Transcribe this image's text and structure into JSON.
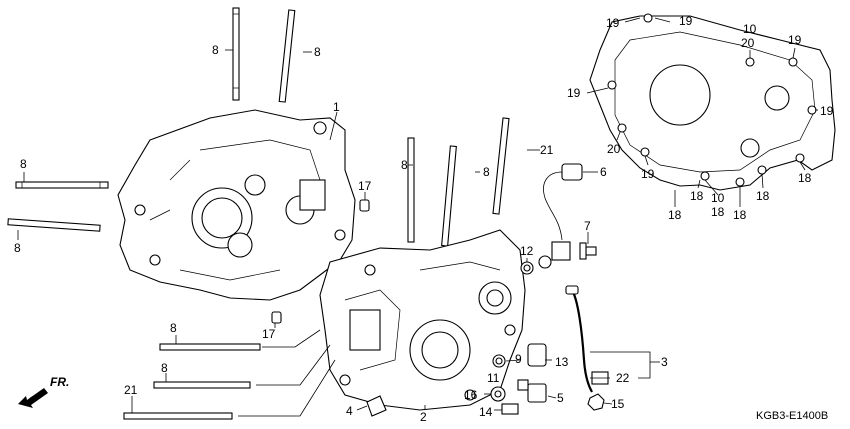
{
  "diagram": {
    "code": "KGB3-E1400B",
    "direction_label": "FR.",
    "callouts": {
      "c1": "1",
      "c2": "2",
      "c3": "3",
      "c4": "4",
      "c5": "5",
      "c6": "6",
      "c7": "7",
      "c8": "8",
      "c9": "9",
      "c10": "10",
      "c11": "11",
      "c12": "12",
      "c13": "13",
      "c14": "14",
      "c15": "15",
      "c16": "16",
      "c17": "17",
      "c18": "18",
      "c19": "19",
      "c20": "20",
      "c21": "21",
      "c22": "22"
    }
  }
}
